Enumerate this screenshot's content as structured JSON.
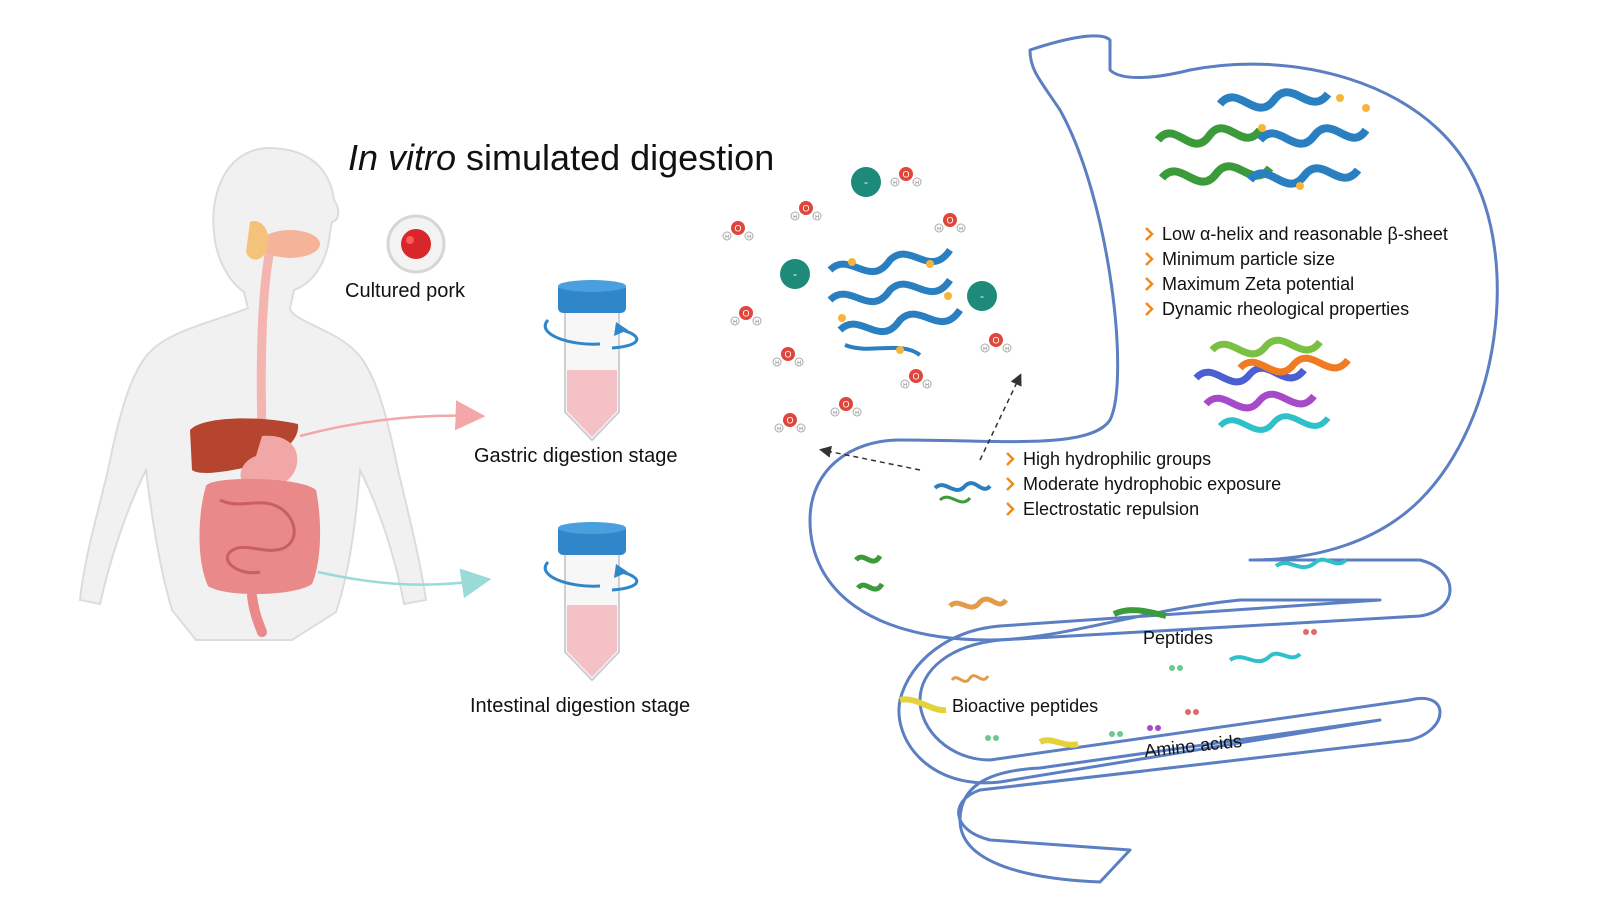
{
  "title": {
    "italic": "In vitro",
    "rest": " simulated digestion"
  },
  "sample_label": "Cultured pork",
  "stages": {
    "gastric": "Gastric digestion stage",
    "intestinal": "Intestinal digestion stage"
  },
  "stomach_properties": [
    "Low α-helix and reasonable β-sheet",
    "Minimum particle size",
    "Maximum Zeta potential",
    "Dynamic rheological properties"
  ],
  "protein_properties": [
    "High hydrophilic groups",
    "Moderate hydrophobic exposure",
    "Electrostatic repulsion"
  ],
  "intestine_labels": {
    "peptides": "Peptides",
    "bioactive": "Bioactive peptides",
    "amino_acids": "Amino acids"
  },
  "water_label": {
    "oxygen": "O",
    "hydrogen": "H"
  },
  "ion_label": "-",
  "colors": {
    "outline": "#5b7fc2",
    "arrow_orange": "#f08a1c",
    "body": "#dcdcdc",
    "tube_cap": "#2f86c9",
    "tube_liquid": "#f4c1c6",
    "ion": "#1e8a7a",
    "oxygen": "#e0463c",
    "helix_blue": "#2a7fc1",
    "helix_green": "#3b9a3a",
    "arrow_pink": "#f3a7a9",
    "arrow_teal": "#9adbd7"
  }
}
